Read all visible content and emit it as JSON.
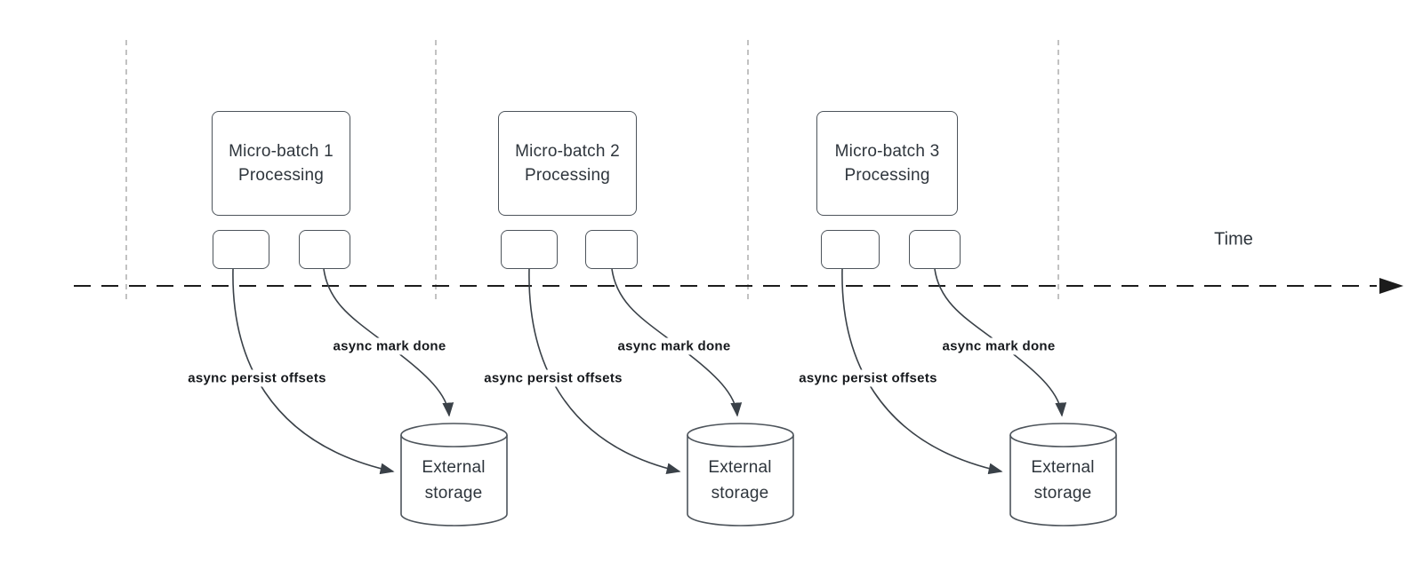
{
  "timeline": {
    "label": "Time"
  },
  "groups": [
    {
      "box_line1": "Micro-batch 1",
      "box_line2": "Processing",
      "persist_label": "async persist offsets",
      "done_label": "async mark done",
      "storage_line1": "External",
      "storage_line2": "storage"
    },
    {
      "box_line1": "Micro-batch 2",
      "box_line2": "Processing",
      "persist_label": "async persist offsets",
      "done_label": "async mark done",
      "storage_line1": "External",
      "storage_line2": "storage"
    },
    {
      "box_line1": "Micro-batch 3",
      "box_line2": "Processing",
      "persist_label": "async persist offsets",
      "done_label": "async mark done",
      "storage_line1": "External",
      "storage_line2": "storage"
    }
  ],
  "colors": {
    "shape_stroke": "#4d545b",
    "shape_text": "#2e353c",
    "bold_label_text": "#15181c",
    "connector_stroke": "#3a4148",
    "guide_line": "#a9a9a9",
    "time_axis": "#1c1c1c",
    "background": "#ffffff"
  }
}
